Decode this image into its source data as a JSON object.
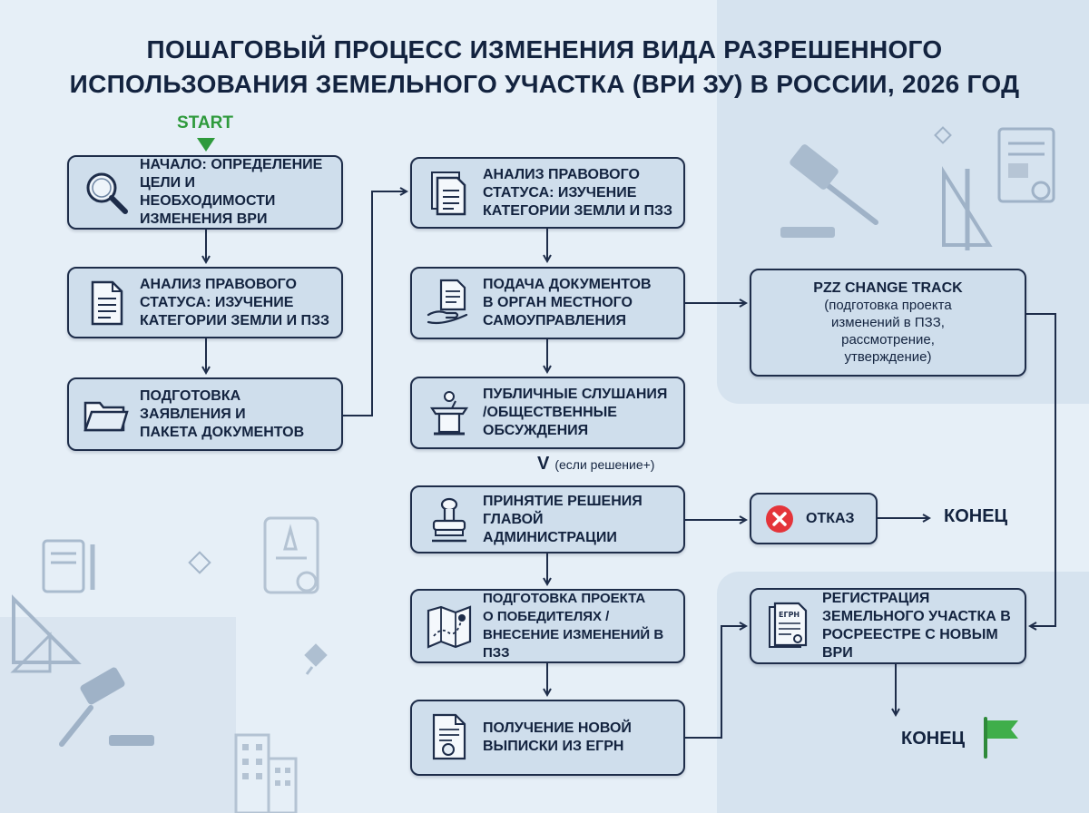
{
  "title": {
    "line1": "ПОШАГОВЫЙ ПРОЦЕСС ИЗМЕНЕНИЯ ВИДА РАЗРЕШЕННОГО",
    "line2": "ИСПОЛЬЗОВАНИЯ ЗЕМЕЛЬНОГО УЧАСТКА (ВРИ ЗУ) В РОССИИ, 2026 ГОД"
  },
  "start_label": "START",
  "steps": [
    {
      "id": "s1",
      "icon": "magnifier-icon",
      "lines": [
        "НАЧАЛО: ОПРЕДЕЛЕНИЕ",
        "ЦЕЛИ И НЕОБХОДИМОСТИ",
        "ИЗМЕНЕНИЯ ВРИ"
      ]
    },
    {
      "id": "s2",
      "icon": "document-icon",
      "lines": [
        "АНАЛИЗ ПРАВОВОГО",
        "СТАТУСА: ИЗУЧЕНИЕ",
        "КАТЕГОРИИ ЗЕМЛИ И ПЗЗ"
      ]
    },
    {
      "id": "s3",
      "icon": "folder-icon",
      "lines": [
        "ПОДГОТОВКА",
        "ЗАЯВЛЕНИЯ И",
        "ПАКЕТА ДОКУМЕНТОВ"
      ]
    },
    {
      "id": "s4",
      "icon": "documents-stack-icon",
      "lines": [
        "АНАЛИЗ ПРАВОВОГО",
        "СТАТУСА: ИЗУЧЕНИЕ",
        "КАТЕГОРИИ ЗЕМЛИ И ПЗЗ"
      ]
    },
    {
      "id": "s5",
      "icon": "document-hand-icon",
      "lines": [
        "ПОДАЧА ДОКУМЕНТОВ",
        "В ОРГАН МЕСТНОГО",
        "САМОУПРАВЛЕНИЯ"
      ]
    },
    {
      "id": "s6",
      "icon": "podium-icon",
      "lines": [
        "ПУБЛИЧНЫЕ СЛУШАНИЯ",
        "/ОБЩЕСТВЕННЫЕ",
        "ОБСУЖДЕНИЯ"
      ]
    },
    {
      "id": "s7",
      "icon": "stamp-icon",
      "lines": [
        "ПРИНЯТИЕ РЕШЕНИЯ",
        "ГЛАВОЙ АДМИНИСТРАЦИИ"
      ]
    },
    {
      "id": "s8",
      "icon": "map-icon",
      "lines": [
        "ПОДГОТОВКА ПРОЕКТА",
        "О ПОБЕДИТЕЛЯХ /",
        "ВНЕСЕНИЕ ИЗМЕНЕНИЙ В ПЗЗ"
      ]
    },
    {
      "id": "s9",
      "icon": "certificate-icon",
      "lines": [
        "ПОЛУЧЕНИЕ НОВОЙ",
        "ВЫПИСКИ ИЗ ЕГРН"
      ]
    },
    {
      "id": "s10",
      "icon": "egrn-document-icon",
      "icon_text": "ЕГРН",
      "lines": [
        "РЕГИСТРАЦИЯ",
        "ЗЕМЕЛЬНОГО УЧАСТКА В",
        "РОСРЕЕСТРЕ С НОВЫМ ВРИ"
      ]
    }
  ],
  "pzz_track": {
    "title": "PZZ CHANGE TRACK",
    "lines": [
      "(подготовка проекта",
      "изменений в ПЗЗ,",
      "рассмотрение,",
      "утверждение)"
    ]
  },
  "refusal": {
    "icon": "cross-circle-icon",
    "label": "ОТКАЗ"
  },
  "end_labels": [
    "КОНЕЦ",
    "КОНЕЦ"
  ],
  "condition": {
    "mark": "V",
    "label": "(если решение+)"
  },
  "colors": {
    "box_fill": "#cfdeec",
    "box_border": "#1e2d4a",
    "start_green": "#2e9a3c",
    "refusal_red": "#e4343a",
    "flag_green": "#3fae4a",
    "background": "#e6eff7"
  }
}
